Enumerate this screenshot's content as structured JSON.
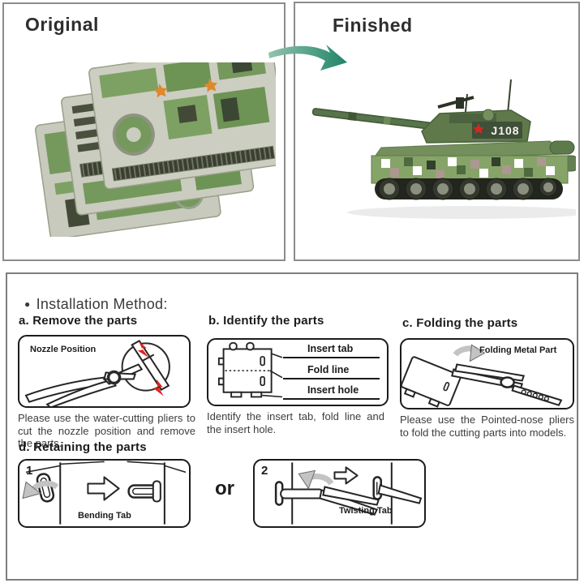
{
  "panels": {
    "original": {
      "title": "Original"
    },
    "finished": {
      "title": "Finished",
      "tank_marking": "J108"
    }
  },
  "installation": {
    "bullet": "●",
    "header": "Installation Method:",
    "steps": {
      "a": {
        "title": "a. Remove the parts",
        "box_label": "Nozzle Position",
        "caption": "Please use the water-cutting pliers to cut the nozzle position and remove the parts."
      },
      "b": {
        "title": "b. Identify the parts",
        "labels": {
          "tab": "Insert tab",
          "fold": "Fold line",
          "hole": "Insert hole"
        },
        "caption": "Identify the insert tab, fold line and the insert hole."
      },
      "c": {
        "title": "c. Folding the parts",
        "box_label": "Folding Metal Part",
        "caption": "Please use the Pointed-nose pliers to fold the cutting parts into models."
      },
      "d": {
        "title": "d. Retaining the parts",
        "separator": "or",
        "option1": {
          "number": "1",
          "label": "Bending Tab"
        },
        "option2": {
          "number": "2",
          "label": "Twisting Tab"
        }
      }
    }
  },
  "colors": {
    "arrow_teal_light": "#93c3ad",
    "arrow_teal_dark": "#1f8468",
    "bolt_red": "#e02420",
    "sheet_green": "#7da162",
    "camo_tan": "#ab988f",
    "panel_border": "#8c8c8c"
  }
}
